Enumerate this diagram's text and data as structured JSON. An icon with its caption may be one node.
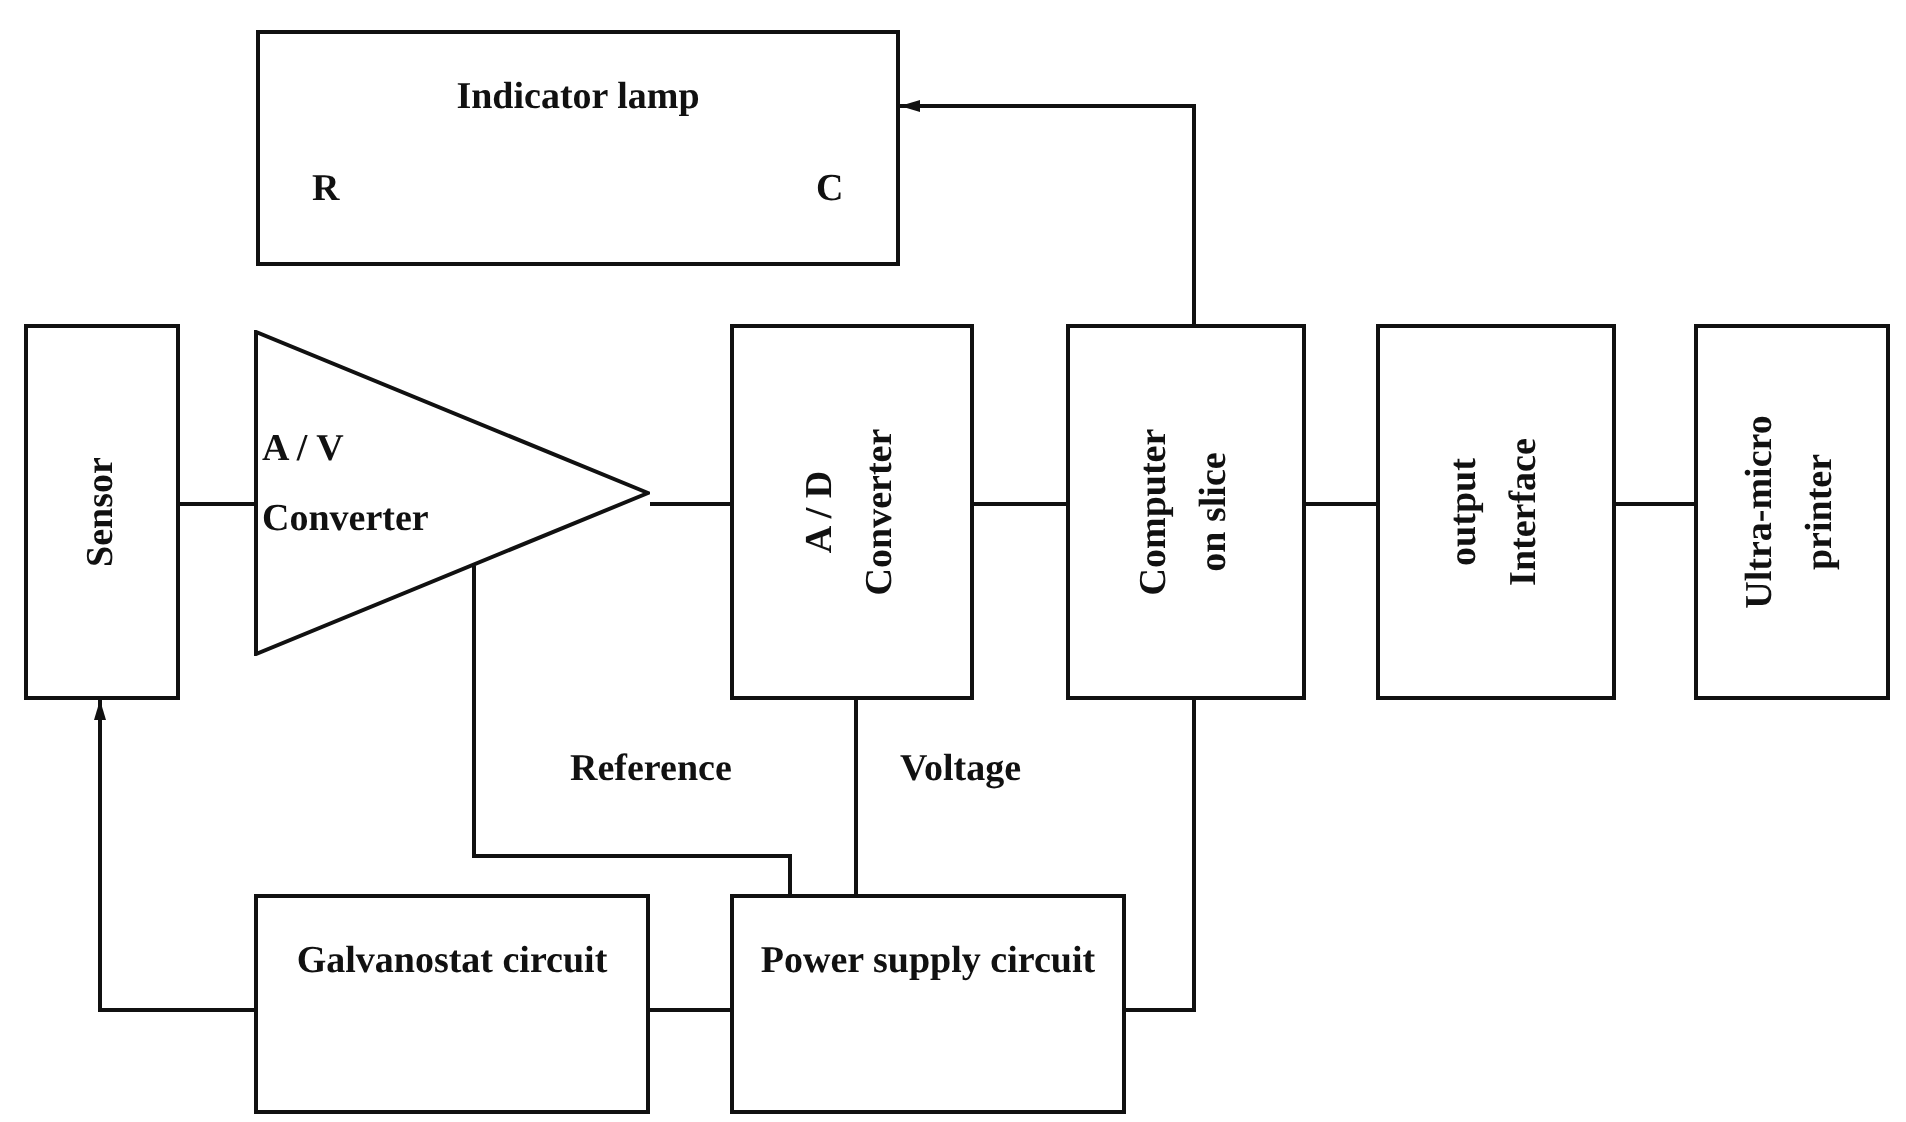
{
  "diagram": {
    "nodes": [
      {
        "text": [
          "Indicator lamp",
          "R",
          "C"
        ]
      },
      {
        "text": [
          "Sensor"
        ]
      },
      {
        "text": [
          "A / V Converter"
        ]
      },
      {
        "text": [
          "A / D Converter"
        ]
      },
      {
        "text": [
          "Computer on slice"
        ]
      },
      {
        "text": [
          "output Interface"
        ]
      },
      {
        "text": [
          "Ultra-micro printer"
        ]
      },
      {
        "text": [
          "Galvanostat circuit"
        ]
      },
      {
        "text": [
          "Power supply circuit"
        ]
      }
    ],
    "edges": [
      {
        "from": 1,
        "to": 2,
        "arrow": "none"
      },
      {
        "from": 2,
        "to": 3,
        "arrow": "none"
      },
      {
        "from": 3,
        "to": 4,
        "arrow": "none"
      },
      {
        "from": 4,
        "to": 5,
        "arrow": "none"
      },
      {
        "from": 5,
        "to": 6,
        "arrow": "none"
      },
      {
        "from": 4,
        "to": 0,
        "arrow": "to"
      },
      {
        "from": 7,
        "to": 1,
        "arrow": "to"
      },
      {
        "from": 2,
        "to": 8,
        "arrow": "none"
      },
      {
        "from": 3,
        "to": 8,
        "arrow": "none"
      },
      {
        "from": 7,
        "to": 8,
        "arrow": "none"
      },
      {
        "from": 4,
        "to": 8,
        "arrow": "none"
      }
    ],
    "labels": [
      "Reference",
      "Voltage"
    ]
  }
}
